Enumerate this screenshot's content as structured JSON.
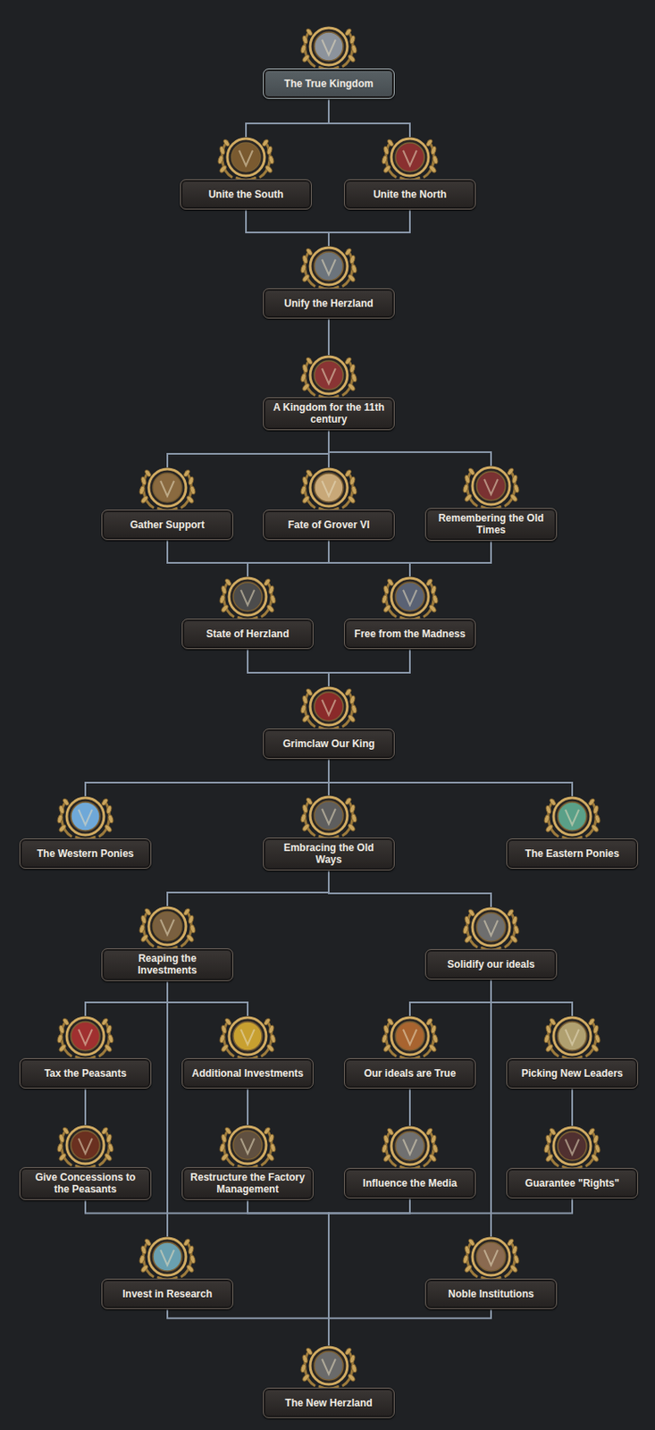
{
  "diagram": {
    "nodes": [
      {
        "text": [
          "The True Kingdom"
        ]
      },
      {
        "text": [
          "Unite the South"
        ]
      },
      {
        "text": [
          "Unite the North"
        ]
      },
      {
        "text": [
          "Unify the Herzland"
        ]
      },
      {
        "text": [
          "A Kingdom for the 11th century"
        ]
      },
      {
        "text": [
          "Gather Support"
        ]
      },
      {
        "text": [
          "Fate of Grover VI"
        ]
      },
      {
        "text": [
          "Remembering the Old Times"
        ]
      },
      {
        "text": [
          "State of Herzland"
        ]
      },
      {
        "text": [
          "Free from the Madness"
        ]
      },
      {
        "text": [
          "Grimclaw Our King"
        ]
      },
      {
        "text": [
          "The Western Ponies"
        ]
      },
      {
        "text": [
          "Embracing the Old Ways"
        ]
      },
      {
        "text": [
          "The Eastern Ponies"
        ]
      },
      {
        "text": [
          "Reaping the Investments"
        ]
      },
      {
        "text": [
          "Solidify our ideals"
        ]
      },
      {
        "text": [
          "Tax the Peasants"
        ]
      },
      {
        "text": [
          "Additional Investments"
        ]
      },
      {
        "text": [
          "Our ideals are True"
        ]
      },
      {
        "text": [
          "Picking New Leaders"
        ]
      },
      {
        "text": [
          "Give Concessions to the Peasants"
        ]
      },
      {
        "text": [
          "Restructure the Factory Management"
        ]
      },
      {
        "text": [
          "Influence the Media"
        ]
      },
      {
        "text": [
          "Guarantee \"Rights\""
        ]
      },
      {
        "text": [
          "Invest in Research"
        ]
      },
      {
        "text": [
          "Noble Institutions"
        ]
      },
      {
        "text": [
          "The New Herzland"
        ]
      }
    ],
    "edges": [
      {
        "from": 0,
        "to": 1,
        "arrow": "none"
      },
      {
        "from": 0,
        "to": 2,
        "arrow": "none"
      },
      {
        "from": 1,
        "to": 3,
        "arrow": "none"
      },
      {
        "from": 2,
        "to": 3,
        "arrow": "none"
      },
      {
        "from": 3,
        "to": 4,
        "arrow": "none"
      },
      {
        "from": 4,
        "to": 5,
        "arrow": "none"
      },
      {
        "from": 4,
        "to": 6,
        "arrow": "none"
      },
      {
        "from": 4,
        "to": 7,
        "arrow": "none"
      },
      {
        "from": 5,
        "to": 8,
        "arrow": "none"
      },
      {
        "from": 6,
        "to": 8,
        "arrow": "none"
      },
      {
        "from": 6,
        "to": 9,
        "arrow": "none"
      },
      {
        "from": 7,
        "to": 9,
        "arrow": "none"
      },
      {
        "from": 8,
        "to": 10,
        "arrow": "none"
      },
      {
        "from": 9,
        "to": 10,
        "arrow": "none"
      },
      {
        "from": 10,
        "to": 11,
        "arrow": "none"
      },
      {
        "from": 10,
        "to": 12,
        "arrow": "none"
      },
      {
        "from": 10,
        "to": 13,
        "arrow": "none"
      },
      {
        "from": 12,
        "to": 14,
        "arrow": "none"
      },
      {
        "from": 12,
        "to": 15,
        "arrow": "none"
      },
      {
        "from": 14,
        "to": 16,
        "arrow": "none"
      },
      {
        "from": 14,
        "to": 17,
        "arrow": "none"
      },
      {
        "from": 15,
        "to": 18,
        "arrow": "none"
      },
      {
        "from": 15,
        "to": 19,
        "arrow": "none"
      },
      {
        "from": 16,
        "to": 20,
        "arrow": "none"
      },
      {
        "from": 17,
        "to": 21,
        "arrow": "none"
      },
      {
        "from": 18,
        "to": 22,
        "arrow": "none"
      },
      {
        "from": 19,
        "to": 23,
        "arrow": "none"
      },
      {
        "from": 14,
        "to": 24,
        "arrow": "none"
      },
      {
        "from": 15,
        "to": 25,
        "arrow": "none"
      },
      {
        "from": 20,
        "to": 26,
        "arrow": "none"
      },
      {
        "from": 21,
        "to": 26,
        "arrow": "none"
      },
      {
        "from": 22,
        "to": 26,
        "arrow": "none"
      },
      {
        "from": 23,
        "to": 26,
        "arrow": "none"
      },
      {
        "from": 24,
        "to": 26,
        "arrow": "none"
      },
      {
        "from": 25,
        "to": 26,
        "arrow": "none"
      }
    ]
  }
}
